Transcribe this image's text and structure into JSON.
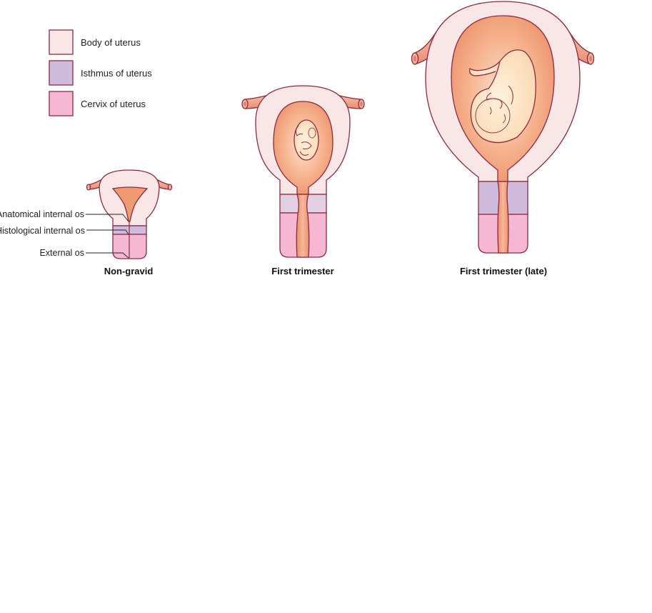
{
  "legend": {
    "items": [
      {
        "label": "Body of uterus",
        "color": "#f9e6e6"
      },
      {
        "label": "Isthmus of uterus",
        "color": "#cfbcdc"
      },
      {
        "label": "Cervix of uterus",
        "color": "#f6b7d3"
      }
    ]
  },
  "labels": {
    "anatomical_internal_os": "Anatomical internal os",
    "histological_internal_os": "Histological internal os",
    "external_os": "External os"
  },
  "stages": [
    {
      "caption": "Non-gravid"
    },
    {
      "caption": "First trimester"
    },
    {
      "caption": "First trimester (late)"
    }
  ],
  "colors": {
    "outline": "#8c2a43",
    "body": "#f9e6e6",
    "isthmus": "#cfbcdc",
    "cervix": "#f6b7d3",
    "cavity": "#f2a27a",
    "fetus": "#fce4c2",
    "tube": "#f0a188"
  }
}
